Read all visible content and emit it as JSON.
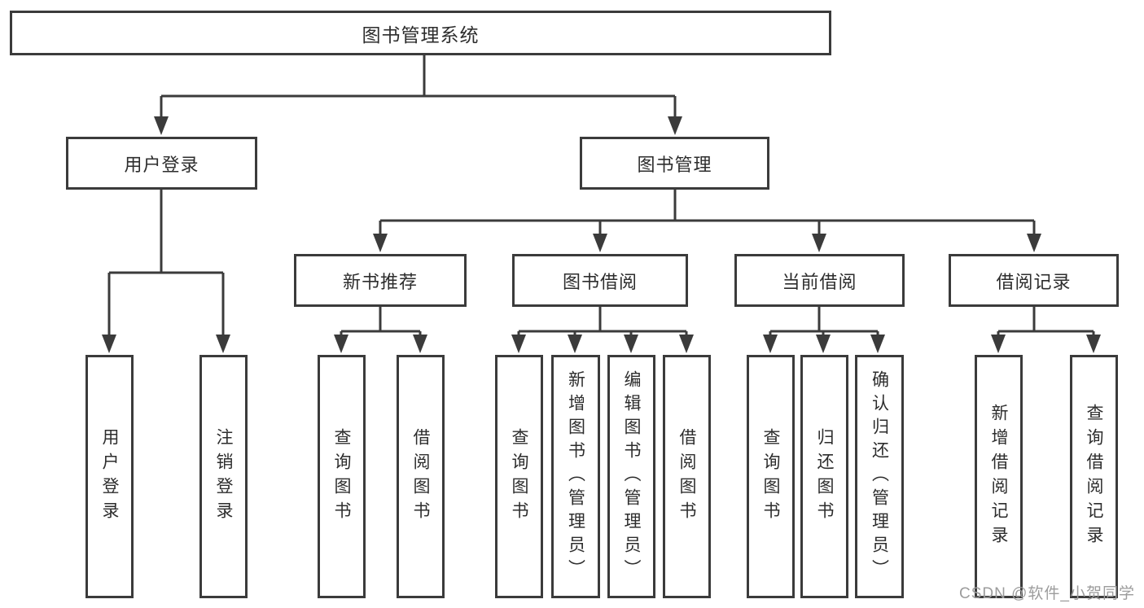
{
  "nodes": {
    "root": "图书管理系统",
    "l2": [
      {
        "label": "用户登录"
      },
      {
        "label": "图书管理"
      }
    ],
    "l3": [
      {
        "label": "新书推荐"
      },
      {
        "label": "图书借阅"
      },
      {
        "label": "当前借阅"
      },
      {
        "label": "借阅记录"
      }
    ],
    "leaves": [
      {
        "label": "用户登录"
      },
      {
        "label": "注销登录"
      },
      {
        "label": "查询图书"
      },
      {
        "label": "借阅图书"
      },
      {
        "label": "查询图书"
      },
      {
        "label": "新增图书（管理员）"
      },
      {
        "label": "编辑图书（管理员）"
      },
      {
        "label": "借阅图书"
      },
      {
        "label": "查询图书"
      },
      {
        "label": "归还图书"
      },
      {
        "label": "确认归还（管理员）"
      },
      {
        "label": "新增借阅记录"
      },
      {
        "label": "查询借阅记录"
      }
    ]
  },
  "watermark": "CSDN @软件_小贺同学",
  "colors": {
    "line": "#3b3b3b",
    "text": "#2d2d2d",
    "watermark": "#9c9c9c",
    "background": "#ffffff"
  }
}
